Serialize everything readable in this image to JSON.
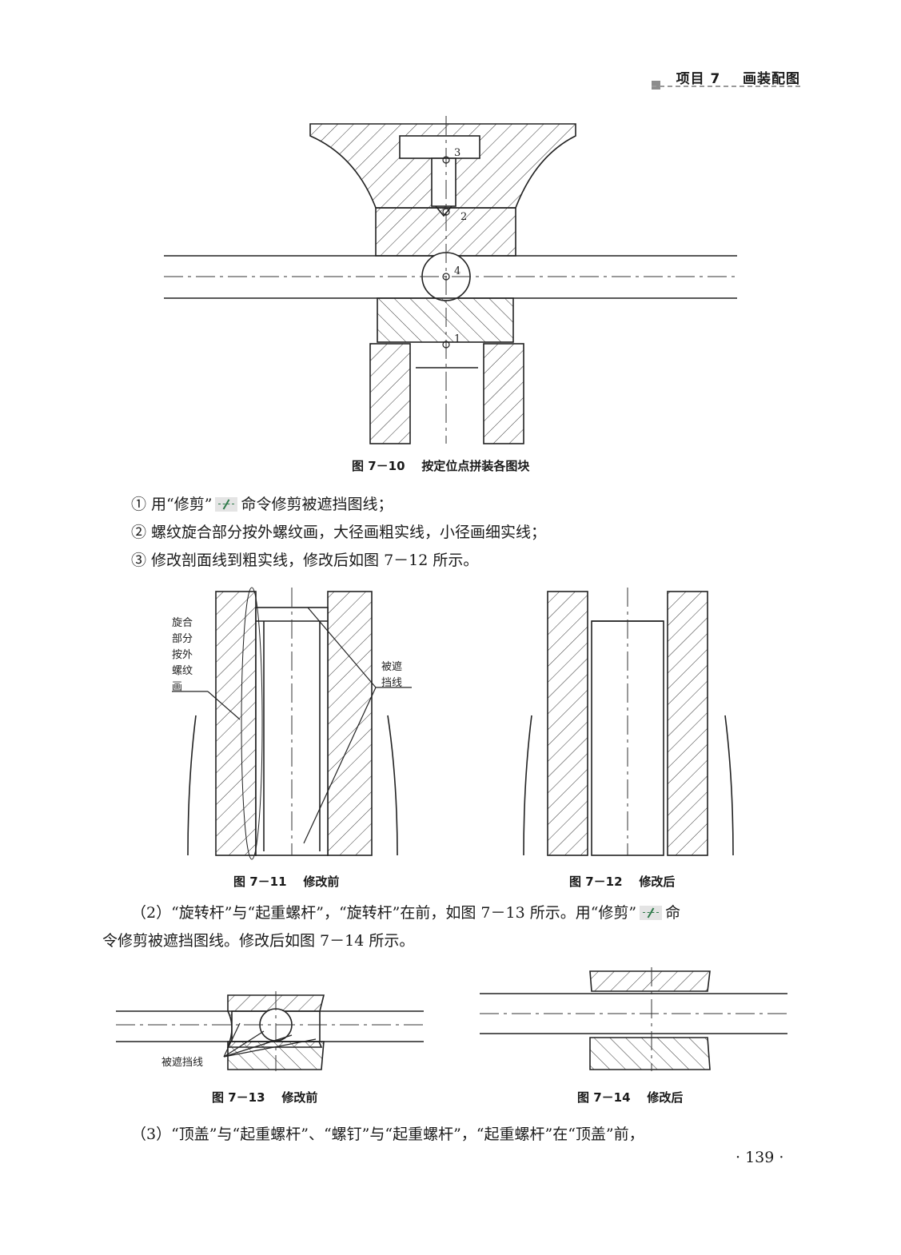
{
  "header": {
    "title": "项目 7    画装配图"
  },
  "figures": {
    "fig10": {
      "caption": "图 7－10    按定位点拼装各图块",
      "labels": [
        "3",
        "2",
        "4",
        "1"
      ]
    },
    "fig11": {
      "caption": "图 7－11    修改前",
      "label_left": [
        "旋合",
        "部分",
        "按外",
        "螺纹",
        "画"
      ],
      "label_right": [
        "被遮",
        "挡线"
      ]
    },
    "fig12": {
      "caption": "图 7－12    修改后"
    },
    "fig13": {
      "caption": "图 7－13    修改前",
      "label": "被遮挡线"
    },
    "fig14": {
      "caption": "图 7－14    修改后"
    }
  },
  "steps": {
    "s1_pre": "① 用“修剪”",
    "s1_post": "命令修剪被遮挡图线；",
    "s2": "② 螺纹旋合部分按外螺纹画，大径画粗实线，小径画细实线；",
    "s3": "③ 修改剖面线到粗实线，修改后如图 7－12 所示。"
  },
  "para2": {
    "line1_pre": "（2）“旋转杆”与“起重螺杆”，“旋转杆”在前，如图 7－13 所示。用“修剪”",
    "line1_post": "命",
    "line2": "令修剪被遮挡图线。修改后如图 7－14 所示。"
  },
  "para3": {
    "line1": "（3）“顶盖”与“起重螺杆”、“螺钉”与“起重螺杆”，“起重螺杆”在“顶盖”前，"
  },
  "page_number": "· 139 ·"
}
